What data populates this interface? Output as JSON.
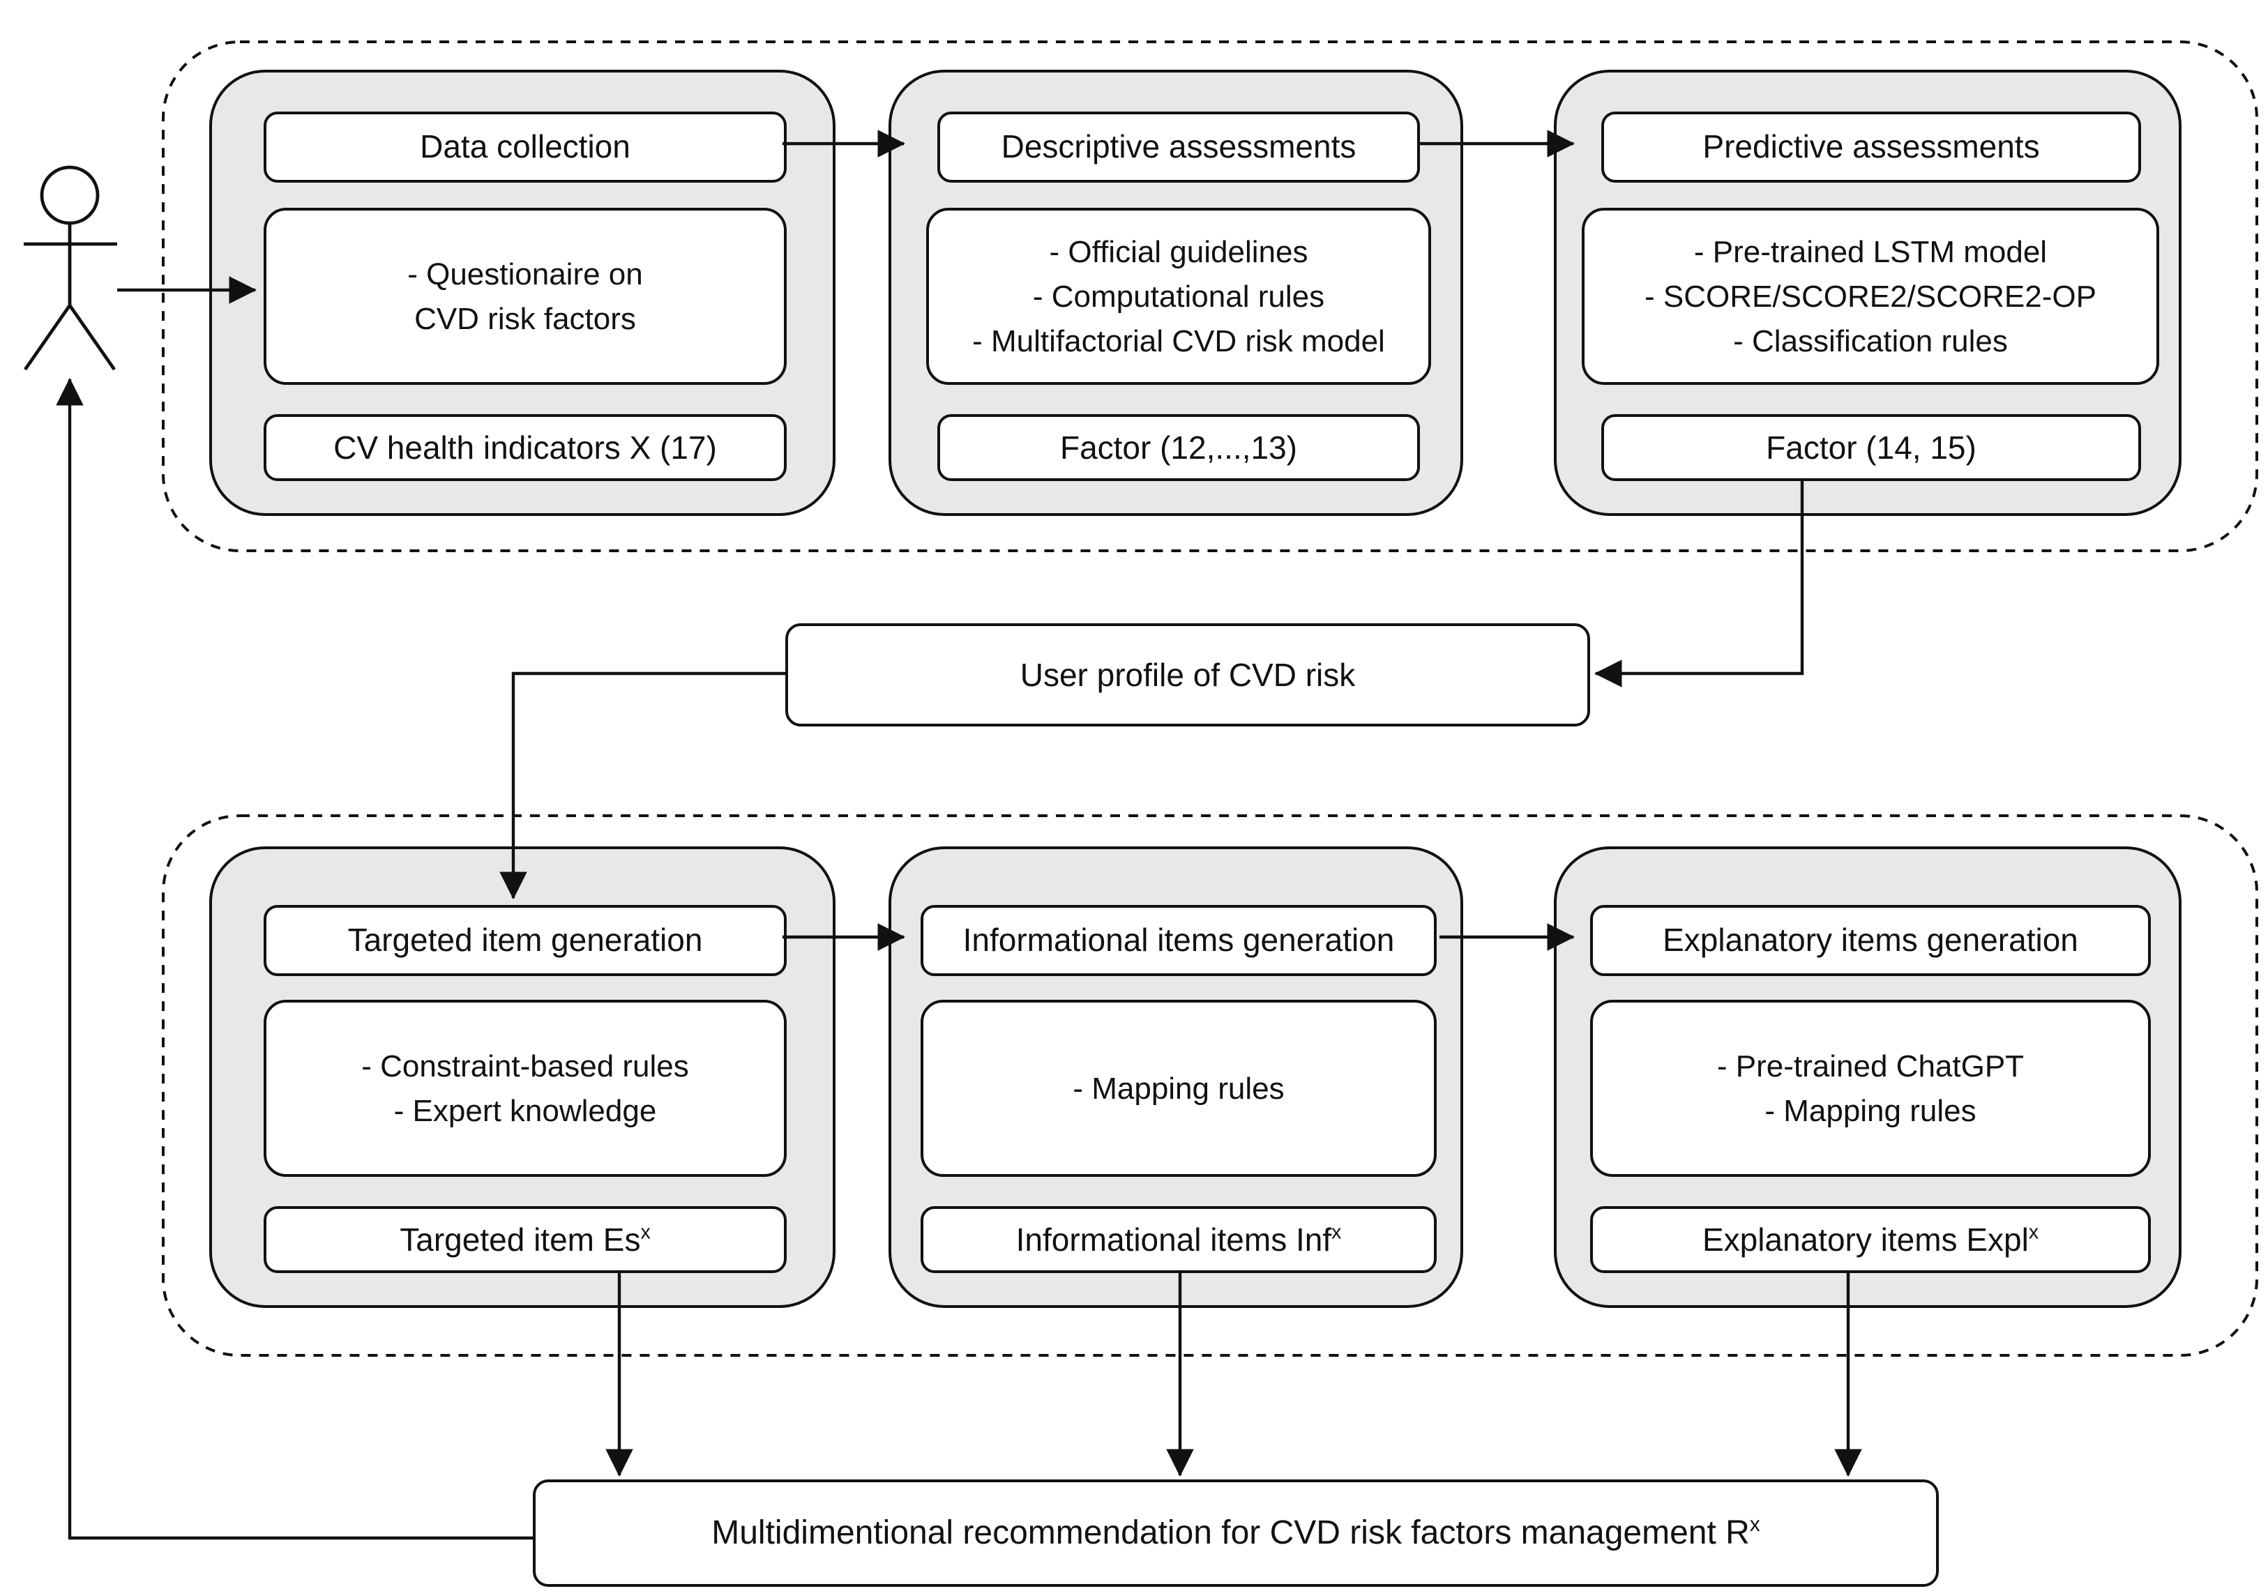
{
  "diagram": {
    "colors": {
      "background": "#ffffff",
      "panel_fill": "#e8e8e8",
      "stroke": "#111111"
    },
    "actor": {
      "icon": "stick-figure-user"
    },
    "top_row": [
      {
        "title": "Data collection",
        "details": [
          "- Questionaire on",
          "CVD risk factors"
        ],
        "output": {
          "base": "CV health indicators X (17)",
          "sup": ""
        }
      },
      {
        "title": "Descriptive assessments",
        "details": [
          "- Official guidelines",
          "- Computational rules",
          "- Multifactorial CVD risk model"
        ],
        "output": {
          "base": "Factor (12,...,13)",
          "sup": ""
        }
      },
      {
        "title": "Predictive assessments",
        "details": [
          "- Pre-trained LSTM model",
          "- SCORE/SCORE2/SCORE2-OP",
          "- Classification rules"
        ],
        "output": {
          "base": "Factor (14, 15)",
          "sup": ""
        }
      }
    ],
    "user_profile_label": "User profile of CVD risk",
    "bottom_row": [
      {
        "title": "Targeted item generation",
        "details": [
          "- Constraint-based rules",
          "- Expert knowledge"
        ],
        "output": {
          "base": "Targeted item Es",
          "sup": "x"
        }
      },
      {
        "title": "Informational items generation",
        "details": [
          "- Mapping rules"
        ],
        "output": {
          "base": "Informational items Inf",
          "sup": "x"
        }
      },
      {
        "title": "Explanatory items generation",
        "details": [
          "- Pre-trained ChatGPT",
          "- Mapping rules"
        ],
        "output": {
          "base": "Explanatory items Expl",
          "sup": "x"
        }
      }
    ],
    "recommendation": {
      "base": "Multidimentional recommendation for CVD risk factors management R",
      "sup": "x"
    }
  }
}
